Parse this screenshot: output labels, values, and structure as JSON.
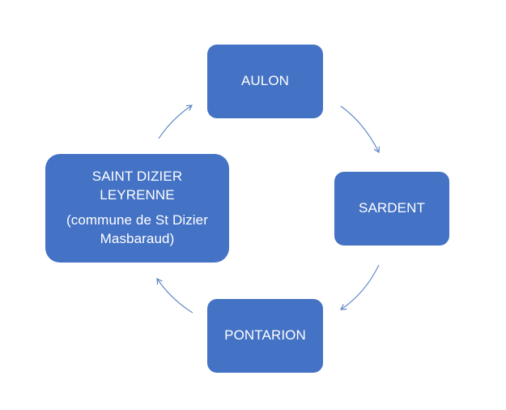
{
  "colors": {
    "node_fill": "#4472c4",
    "node_text": "#ffffff",
    "arrow": "#5b84c4"
  },
  "nodes": {
    "aulon": {
      "label": "AULON"
    },
    "sardent": {
      "label": "SARDENT"
    },
    "pontarion": {
      "label": "PONTARION"
    },
    "saint_dizier": {
      "line1": "SAINT DIZIER",
      "line2": "LEYRENNE",
      "line3": "(commune de St Dizier",
      "line4": "Masbaraud)"
    }
  }
}
